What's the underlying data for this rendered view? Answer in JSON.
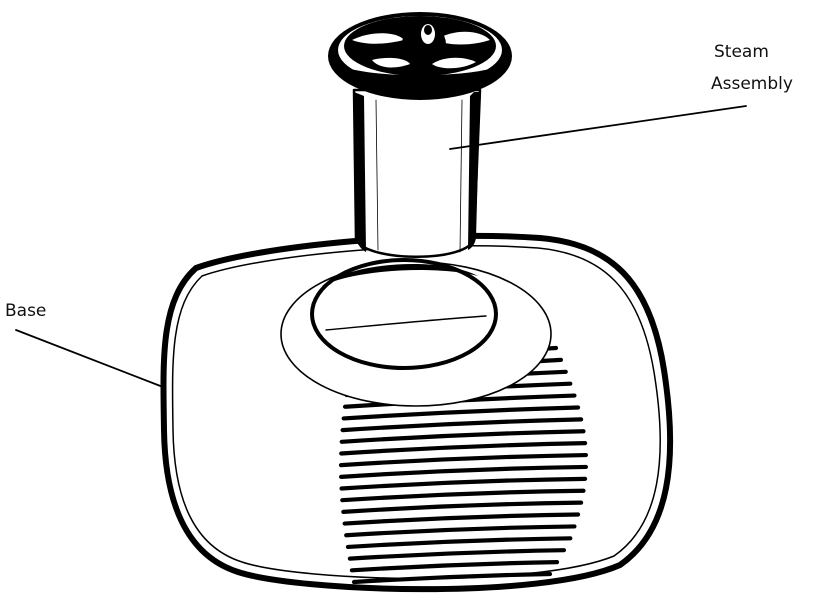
{
  "labels": {
    "steam_assembly_line1": "Steam",
    "steam_assembly_line2": "Assembly",
    "base": "Base"
  },
  "colors": {
    "ink": "#000000",
    "paper": "#ffffff",
    "text": "#111111"
  },
  "components": [
    {
      "id": "steam-assembly",
      "label": "Steam Assembly"
    },
    {
      "id": "base",
      "label": "Base"
    }
  ]
}
